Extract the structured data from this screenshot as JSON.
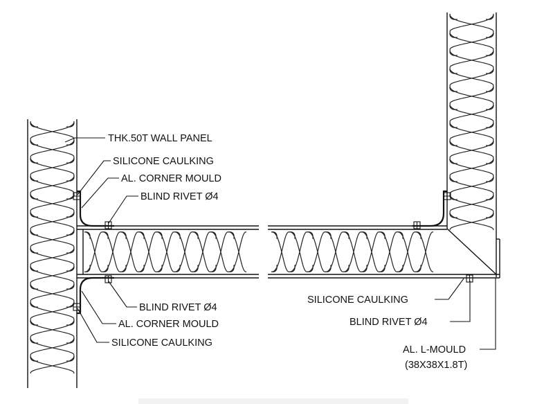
{
  "labels": {
    "left_top_panel": "THK.50T WALL PANEL",
    "left_top_caulking": "SILICONE CAULKING",
    "left_top_corner_mould": "AL. CORNER MOULD",
    "left_top_rivet": "BLIND RIVET Ø4",
    "left_bottom_rivet": "BLIND RIVET Ø4",
    "left_bottom_corner_mould": "AL. CORNER MOULD",
    "left_bottom_caulking": "SILICONE CAULKING",
    "right_caulking": "SILICONE CAULKING",
    "right_rivet": "BLIND RIVET Ø4",
    "right_l_mould": "AL. L-MOULD",
    "right_l_mould_size": "(38X38X1.8T)"
  }
}
